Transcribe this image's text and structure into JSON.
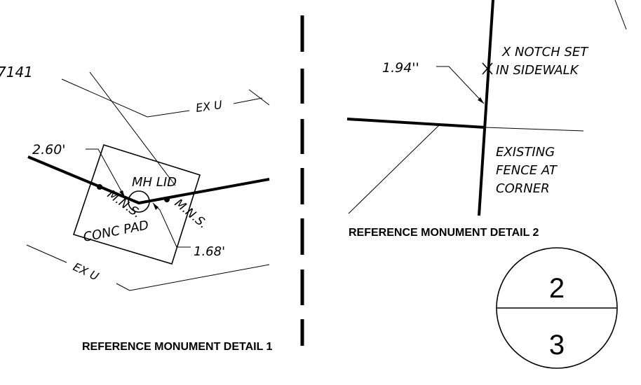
{
  "detail1": {
    "partial_text": "7141",
    "utility_label_top": "EX U",
    "utility_label_bottom": "EX U",
    "dim_left": "2.60'",
    "dim_right": "1.68'",
    "mh_lid": "MH LID",
    "mns_left": "M.N.S.",
    "mns_right": "M.N.S.",
    "conc_pad": "CONC PAD",
    "title": "REFERENCE MONUMENT DETAIL 1"
  },
  "detail2": {
    "dim": "1.94''",
    "notch_line1": "X NOTCH SET",
    "notch_line2": "IN SIDEWALK",
    "fence_line1": "EXISTING",
    "fence_line2": "FENCE AT",
    "fence_line3": "CORNER",
    "title": "REFERENCE MONUMENT DETAIL 2"
  },
  "sheet_ref": {
    "number": "2",
    "total": "3"
  }
}
